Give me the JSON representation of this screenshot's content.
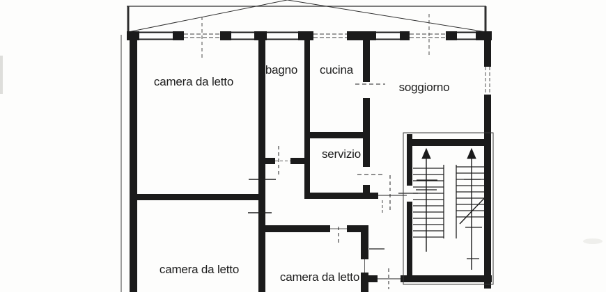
{
  "plan": {
    "type": "apartment-floor-plan",
    "rooms": [
      {
        "id": "camera-da-letto-nord",
        "label": "camera da letto"
      },
      {
        "id": "bagno",
        "label": "bagno"
      },
      {
        "id": "cucina",
        "label": "cucina"
      },
      {
        "id": "soggiorno",
        "label": "soggiorno"
      },
      {
        "id": "servizio",
        "label": "servizio"
      },
      {
        "id": "camera-da-letto-ovest",
        "label": "camera da letto"
      },
      {
        "id": "camera-da-letto-sud",
        "label": "camera da letto"
      }
    ],
    "features": [
      "balcony",
      "staircase",
      "windows",
      "doors"
    ],
    "colors": {
      "ink": "#1b1b1b",
      "paper": "#fdfdfc",
      "faint_line": "#3a3a3a"
    }
  }
}
